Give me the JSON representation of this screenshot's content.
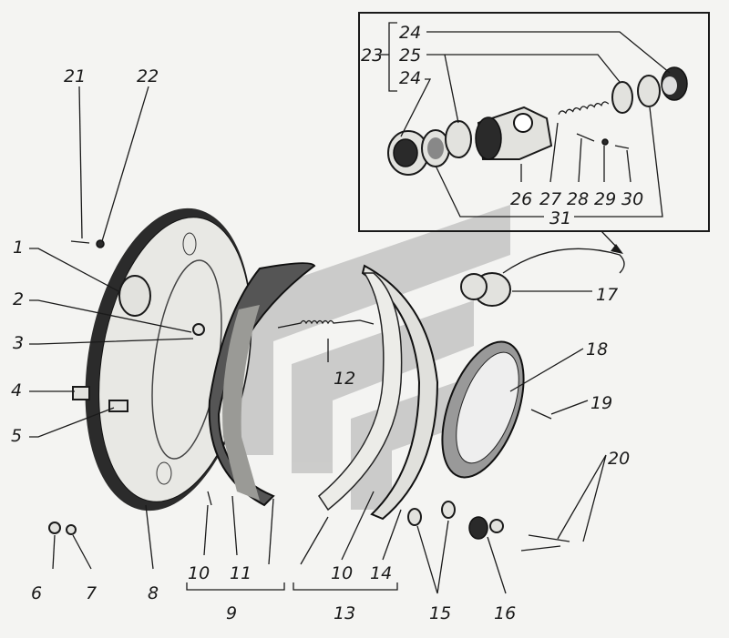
{
  "title": "Brake assembly exploded view",
  "labels": {
    "l1": "1",
    "l2": "2",
    "l3": "3",
    "l4": "4",
    "l5": "5",
    "l6": "6",
    "l7": "7",
    "l8": "8",
    "l9": "9",
    "l10a": "10",
    "l10b": "10",
    "l11": "11",
    "l12": "12",
    "l13": "13",
    "l14": "14",
    "l15": "15",
    "l16": "16",
    "l17": "17",
    "l18": "18",
    "l19": "19",
    "l20": "20",
    "l21": "21",
    "l22": "22",
    "l23": "23",
    "l24a": "24",
    "l25": "25",
    "l24b": "24",
    "l26": "26",
    "l27": "27",
    "l28": "28",
    "l29": "29",
    "l30": "30",
    "l31": "31"
  },
  "watermark_color": "#bdbdbd"
}
